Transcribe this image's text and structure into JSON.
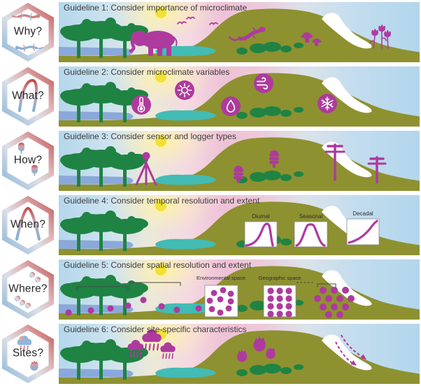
{
  "figure": {
    "type": "scientific-diagram",
    "topic": "Six guidelines for studying microclimate"
  },
  "hexagons": [
    {
      "label": "Why?",
      "icon": "lizards-icon"
    },
    {
      "label": "What?",
      "icon": "response-curve-icon"
    },
    {
      "label": "How?",
      "icon": "sensor-logger-icons"
    },
    {
      "label": "When?",
      "icon": "bell-curve-icon"
    },
    {
      "label": "Where?",
      "icon": "scatter-dots-icon"
    },
    {
      "label": "Sites?",
      "icon": "rain-cloud-and-fire-icon"
    }
  ],
  "panels": [
    {
      "title": "Guideline 1: Consider importance of microclimate",
      "icons": [
        "elephant-icon",
        "birds-icon",
        "lizard-icon",
        "mushrooms-icon",
        "flowers-icon"
      ]
    },
    {
      "title": "Guideline 2: Consider microclimate variables",
      "icons": [
        "thermometer-icon",
        "solar-radiation-icon",
        "wind-icon",
        "water-drop-icon",
        "snowflake-icon"
      ]
    },
    {
      "title": "Guideline 3: Consider sensor and logger types",
      "icons": [
        "tripod-sensor-icon",
        "logger-tower-icon",
        "t-post-sensor-icon"
      ]
    },
    {
      "title": "Guideline 4: Consider temporal resolution and extent",
      "mini_charts": [
        {
          "label": "Diurnal",
          "shape": "skewed-bell-curve"
        },
        {
          "label": "Seasonal",
          "shape": "bell-curve"
        },
        {
          "label": "Decadal",
          "shape": "rising-curve"
        }
      ]
    },
    {
      "title": "Guideline 5: Consider spatial resolution and extent",
      "labels": {
        "environmental": "Environmental space",
        "geographic": "Geographic space"
      },
      "icons": [
        "sensor-dots-landscape",
        "environmental-space-plot",
        "geographic-space-grid",
        "hillside-sensor-cluster"
      ]
    },
    {
      "title": "Guideline 6: Consider site-specific characteristics",
      "icons": [
        "rain-clouds-icon",
        "fire-icon",
        "downslope-arrows-icon"
      ]
    }
  ],
  "colors": {
    "accent_purple": "#ae3a9e",
    "hill_olive": "#8e9130",
    "tree_green": "#1f8343",
    "lake_teal": "#42bcb4",
    "water_blue": "#8aa9da",
    "sun_yellow": "#f2e135",
    "snow_white": "#ffffff",
    "hex_red": "#c24b4b",
    "hex_blue": "#7fb0d8",
    "title_text": "#3d3d3d"
  }
}
